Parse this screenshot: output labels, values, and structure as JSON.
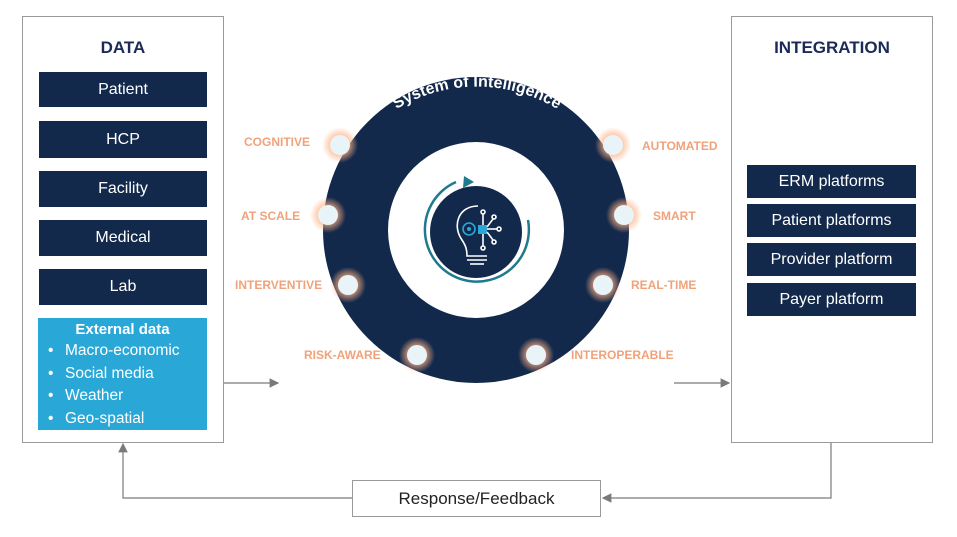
{
  "data_panel": {
    "title": "DATA",
    "items": [
      "Patient",
      "HCP",
      "Facility",
      "Medical",
      "Lab"
    ],
    "external": {
      "title": "External data",
      "items": [
        "Macro-economic",
        "Social media",
        "Weather",
        "Geo-spatial"
      ]
    }
  },
  "integration_panel": {
    "title": "INTEGRATION",
    "items": [
      "ERM platforms",
      "Patient platforms",
      "Provider platform",
      "Payer platform"
    ]
  },
  "center": {
    "title": "System of Intelligence",
    "icon": "lightbulb-gear-circuit-icon",
    "traits_left": [
      "COGNITIVE",
      "AT SCALE",
      "INTERVENTIVE",
      "RISK-AWARE"
    ],
    "traits_right": [
      "AUTOMATED",
      "SMART",
      "REAL-TIME",
      "INTEROPERABLE"
    ]
  },
  "feedback": {
    "label": "Response/Feedback"
  },
  "colors": {
    "navy": "#13294b",
    "light_blue": "#29a8d8",
    "orange": "#f0a27a",
    "teal": "#1f7a8c"
  }
}
